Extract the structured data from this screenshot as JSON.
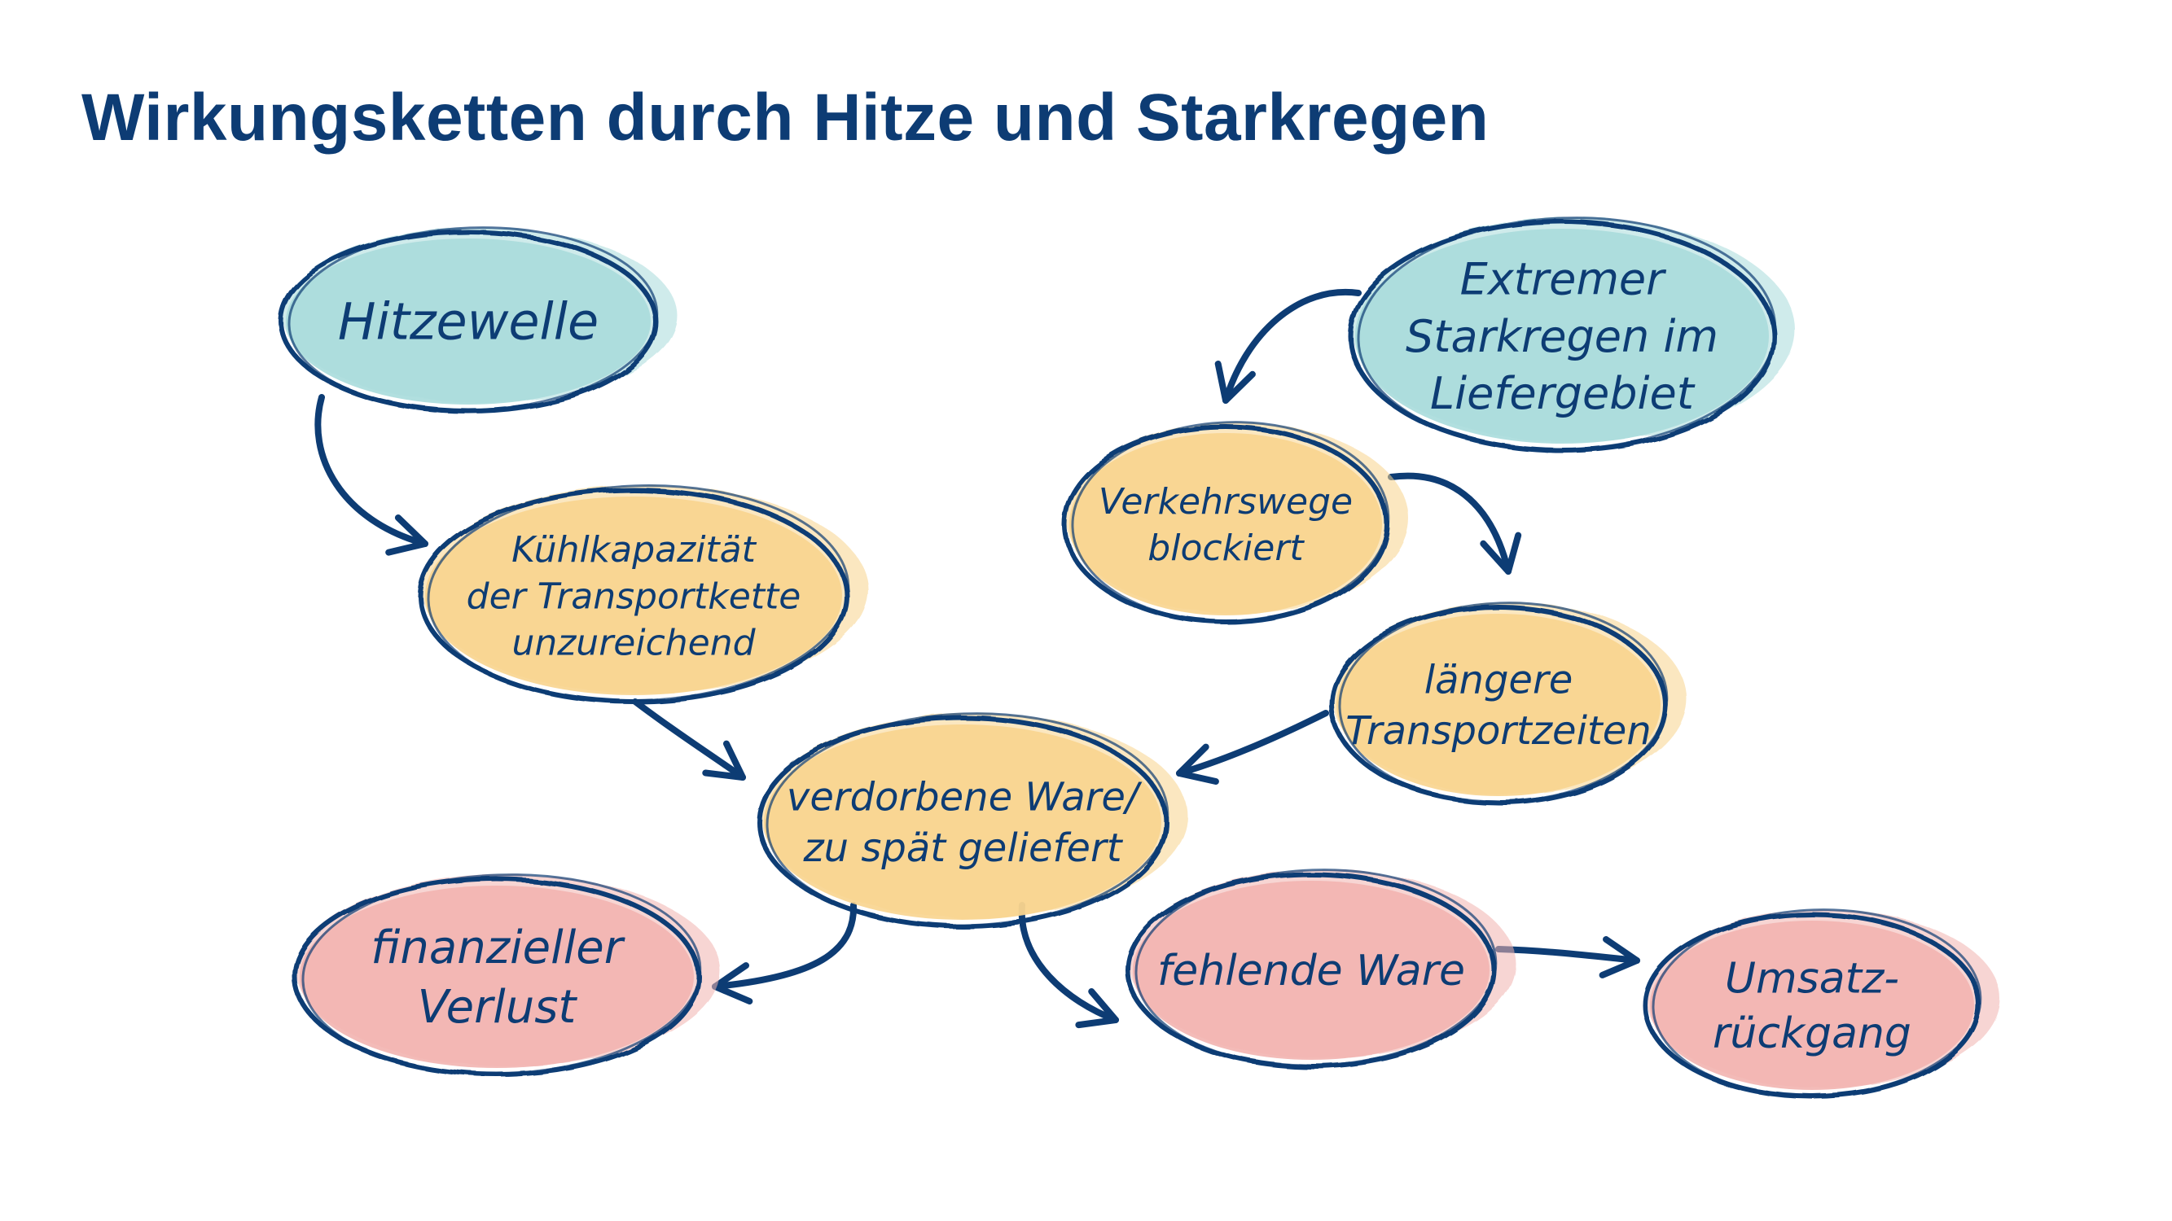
{
  "title": "Wirkungsketten durch Hitze und Starkregen",
  "colors": {
    "ink": "#0d3c74",
    "cause": "#a9dcdc",
    "intermediate": "#f8d48e",
    "effect": "#f2b4b0"
  },
  "nodes": [
    {
      "id": "hitzewelle",
      "kind": "cause",
      "lines": [
        "Hitzewelle"
      ]
    },
    {
      "id": "starkregen",
      "kind": "cause",
      "lines": [
        "Extremer",
        "Starkregen im",
        "Liefergebiet"
      ]
    },
    {
      "id": "kuehlkapazitaet",
      "kind": "intermediate",
      "lines": [
        "Kühlkapazität",
        "der Transportkette",
        "unzureichend"
      ]
    },
    {
      "id": "verkehrswege",
      "kind": "intermediate",
      "lines": [
        "Verkehrswege",
        "blockiert"
      ]
    },
    {
      "id": "transportzeiten",
      "kind": "intermediate",
      "lines": [
        "längere",
        "Transportzeiten"
      ]
    },
    {
      "id": "verdorbene-ware",
      "kind": "intermediate",
      "lines": [
        "verdorbene Ware/",
        "zu spät geliefert"
      ]
    },
    {
      "id": "finanzieller-verlust",
      "kind": "effect",
      "lines": [
        "finanzieller",
        "Verlust"
      ]
    },
    {
      "id": "fehlende-ware",
      "kind": "effect",
      "lines": [
        "fehlende Ware"
      ]
    },
    {
      "id": "umsatzrueckgang",
      "kind": "effect",
      "lines": [
        "Umsatz-",
        "rückgang"
      ]
    }
  ],
  "edges": [
    {
      "from": "hitzewelle",
      "to": "kuehlkapazitaet"
    },
    {
      "from": "starkregen",
      "to": "verkehrswege"
    },
    {
      "from": "verkehrswege",
      "to": "transportzeiten"
    },
    {
      "from": "kuehlkapazitaet",
      "to": "verdorbene-ware"
    },
    {
      "from": "transportzeiten",
      "to": "verdorbene-ware"
    },
    {
      "from": "verdorbene-ware",
      "to": "finanzieller-verlust"
    },
    {
      "from": "verdorbene-ware",
      "to": "fehlende-ware"
    },
    {
      "from": "fehlende-ware",
      "to": "umsatzrueckgang"
    }
  ]
}
